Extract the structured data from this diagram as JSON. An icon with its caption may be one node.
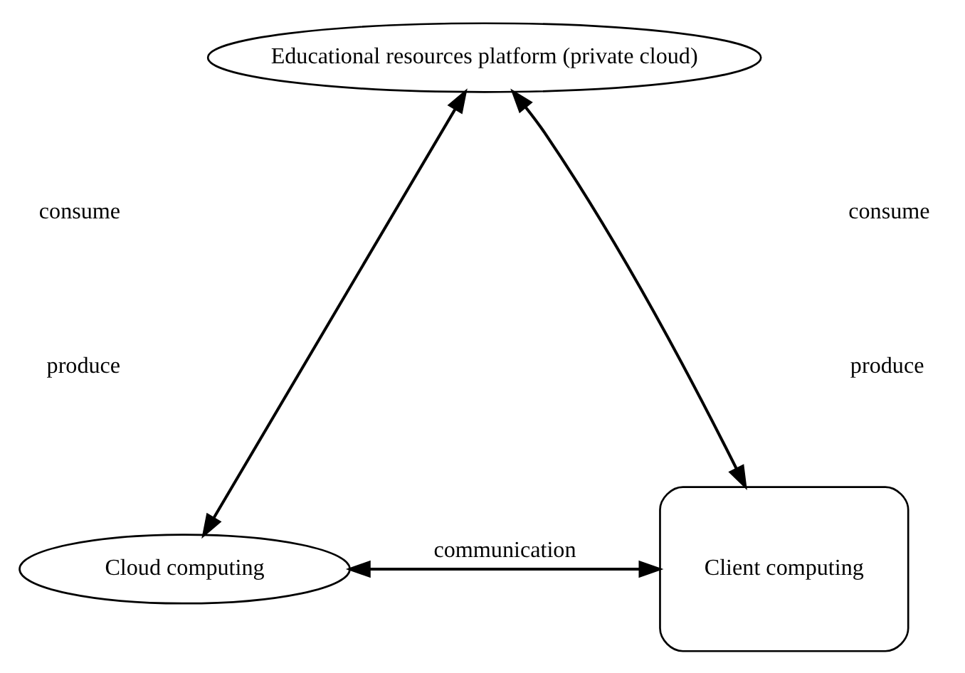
{
  "diagram": {
    "nodes": [
      {
        "text": [
          "Educational resources platform (private cloud)"
        ]
      },
      {
        "text": [
          "Cloud computing"
        ]
      },
      {
        "text": [
          "Client computing"
        ]
      }
    ],
    "edges": [
      {
        "from": 0,
        "to": 1,
        "arrow": "both"
      },
      {
        "from": 0,
        "to": 2,
        "arrow": "both"
      },
      {
        "from": 1,
        "to": 2,
        "arrow": "both",
        "label": "communication"
      }
    ],
    "labels": [
      "consume",
      "consume",
      "produce",
      "produce"
    ]
  }
}
